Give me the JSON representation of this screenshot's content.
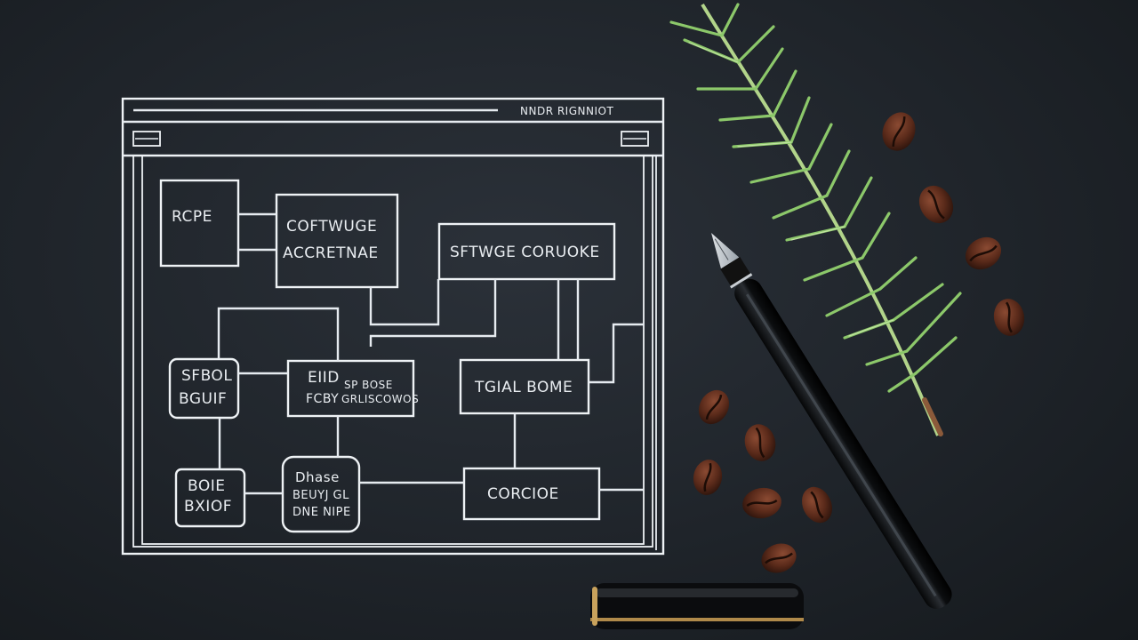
{
  "diagram": {
    "header_label": "NNDR RIGNNIOT",
    "nodes": [
      {
        "id": "n1",
        "lines": [
          "RCPE"
        ]
      },
      {
        "id": "n2",
        "lines": [
          "COFTWUGE",
          "ACCRETNAE"
        ]
      },
      {
        "id": "n3",
        "lines": [
          "SFTWGE CORUOKE"
        ]
      },
      {
        "id": "n4",
        "lines": [
          "SFBOL",
          "BGUIF"
        ]
      },
      {
        "id": "n5a",
        "lines": [
          "EIID",
          "FCBY"
        ]
      },
      {
        "id": "n5b",
        "lines": [
          "SP BOSE",
          "GRLISCOWOS"
        ]
      },
      {
        "id": "n6",
        "lines": [
          "TGIAL BOME"
        ]
      },
      {
        "id": "n7",
        "lines": [
          "BOIE",
          "BXIOF"
        ]
      },
      {
        "id": "n8",
        "lines": [
          "Dhase",
          "BEUYJ GL",
          "DNE NIPE"
        ]
      },
      {
        "id": "n9",
        "lines": [
          "CORCIOE"
        ]
      }
    ]
  },
  "colors": {
    "chalk": "#e9edf1",
    "slate": "#22272d"
  },
  "objects": [
    {
      "name": "rosemary-sprig"
    },
    {
      "name": "fountain-pen"
    },
    {
      "name": "pen-cap"
    },
    {
      "name": "coffee-beans"
    }
  ]
}
